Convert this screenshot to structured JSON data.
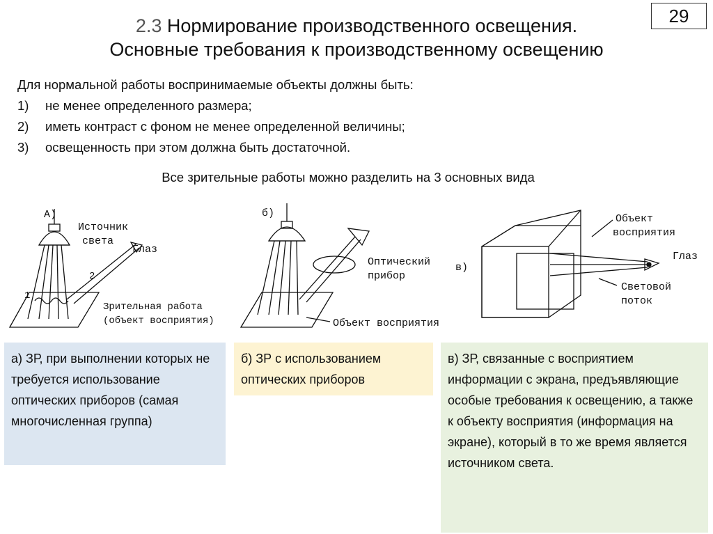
{
  "page_number": "29",
  "title": {
    "number": "2.3",
    "line1": " Нормирование производственного освещения.",
    "line2": "Основные требования к производственному освещению"
  },
  "intro": {
    "lead": "Для нормальной работы воспринимаемые объекты должны быть:",
    "items": [
      {
        "n": "1)",
        "text": "не менее определенного размера;"
      },
      {
        "n": "2)",
        "text": "иметь контраст с фоном не менее определенной величины;"
      },
      {
        "n": "3)",
        "text": "освещенность при этом должна быть достаточной."
      }
    ]
  },
  "subhead": "Все зрительные работы можно разделить на 3 основных вида",
  "diagram": {
    "a": {
      "letter": "А)",
      "source": "Источник",
      "source2": "света",
      "eye": "Глаз",
      "ray1": "1",
      "ray2": "2",
      "work": "Зрительная работа",
      "work2": "(объект восприятия)"
    },
    "b": {
      "letter": "б)",
      "device": "Оптический",
      "device2": "прибор",
      "object": "Объект восприятия"
    },
    "c": {
      "letter": "в)",
      "object": "Объект",
      "object2": "восприятия",
      "eye": "Глаз",
      "flux": "Световой",
      "flux2": "поток"
    }
  },
  "boxes": {
    "a": "а) ЗР, при выполнении которых не требуется использование оптических приборов (самая многочисленная группа)",
    "b": "б) ЗР с использованием оптических приборов",
    "c": "в) ЗР, связанные с восприятием информации с экрана, предъявляющие особые требования к освещению, а также к объекту восприятия (информация на экране), который в то же время является источником света."
  }
}
